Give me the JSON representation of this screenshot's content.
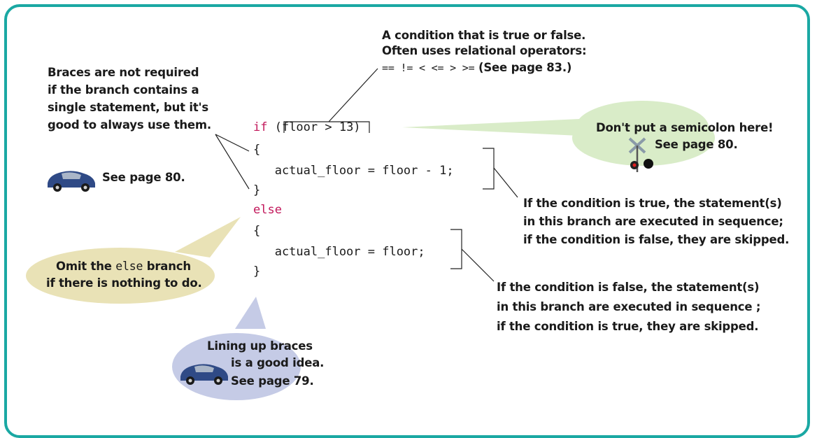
{
  "code": {
    "line1_kw": "if",
    "line1_rest": " (floor > 13)",
    "line2": "{",
    "line3": "   actual_floor = floor - 1;",
    "line4": "}",
    "line5_kw": "else",
    "line6": "{",
    "line7": "   actual_floor = floor;",
    "line8": "}"
  },
  "annotations": {
    "condition": {
      "line1": "A condition that is true or false.",
      "line2": "Often uses relational operators:",
      "line3_ops": "==  !=  <  <=  >  >=",
      "line3_ref": " (See page 83.)"
    },
    "braces_required": {
      "line1": "Braces are not required",
      "line2": "if the branch contains a",
      "line3": "single statement, but it's",
      "line4": "good to always use them.",
      "line5": "See page 80."
    },
    "semicolon": {
      "line1": "Don't put a semicolon here!",
      "line2": "See page 80."
    },
    "true_branch": {
      "line1": "If the condition is true, the statement(s)",
      "line2": "in this branch are executed in sequence;",
      "line3": "if the condition is false, they are skipped."
    },
    "omit_else": {
      "line1_pre": "Omit the ",
      "line1_code": "else",
      "line1_post": " branch",
      "line2": "if there is nothing to do."
    },
    "false_branch": {
      "line1": "If the condition is false, the statement(s)",
      "line2": "in this branch are executed in sequence ;",
      "line3": "if the condition is true, they are skipped."
    },
    "lining_up": {
      "line1": "Lining up braces",
      "line2": "is a good idea.",
      "line3": "See page 79."
    }
  },
  "icons": {
    "car": "car-icon",
    "crossing": "railroad-crossing-icon"
  },
  "colors": {
    "frame": "#1aa8a3",
    "keyword": "#c2185b",
    "green_bubble": "#d9ecc8",
    "tan_bubble": "#e9e2b6",
    "blue_bubble": "#c5cbe6"
  }
}
